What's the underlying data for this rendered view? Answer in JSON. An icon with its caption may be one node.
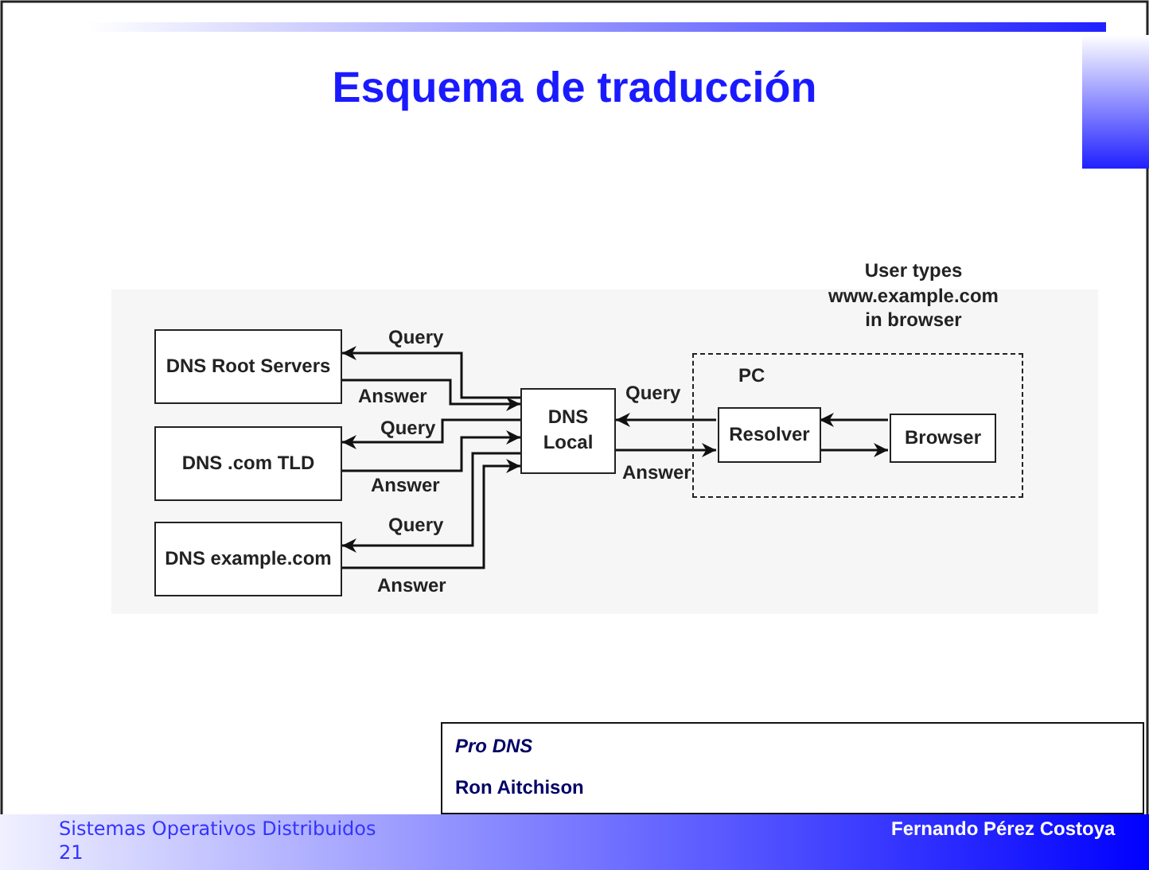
{
  "diagram": {
    "title": "Esquema de traducción",
    "nodes": [
      {
        "text": [
          "DNS Root Servers"
        ]
      },
      {
        "text": [
          "DNS .com TLD"
        ]
      },
      {
        "text": [
          "DNS example.com"
        ]
      },
      {
        "text": [
          "DNS Local"
        ]
      },
      {
        "text": [
          "PC"
        ],
        "beside": [
          "User types www.example.com in browser"
        ]
      },
      {
        "text": [
          "Resolver"
        ],
        "in": 4
      },
      {
        "text": [
          "Browser"
        ],
        "in": 4
      },
      {
        "text": [
          "Pro DNS",
          "Ron Aitchison"
        ]
      }
    ],
    "edges": [
      {
        "from": 3,
        "to": 0,
        "arrow": "to",
        "label": "Query"
      },
      {
        "from": 0,
        "to": 3,
        "arrow": "to",
        "label": "Answer"
      },
      {
        "from": 3,
        "to": 1,
        "arrow": "to",
        "label": "Query"
      },
      {
        "from": 1,
        "to": 3,
        "arrow": "to",
        "label": "Answer"
      },
      {
        "from": 3,
        "to": 2,
        "arrow": "to",
        "label": "Query"
      },
      {
        "from": 2,
        "to": 3,
        "arrow": "to",
        "label": "Answer"
      },
      {
        "from": 5,
        "to": 3,
        "arrow": "to",
        "label": "Query"
      },
      {
        "from": 3,
        "to": 5,
        "arrow": "to",
        "label": "Answer"
      },
      {
        "from": 6,
        "to": 5,
        "arrow": "to"
      },
      {
        "from": 5,
        "to": 6,
        "arrow": "to"
      }
    ],
    "labels": [
      "Sistemas Operativos Distribuidos",
      "21",
      "Fernando Pérez Costoya"
    ]
  }
}
